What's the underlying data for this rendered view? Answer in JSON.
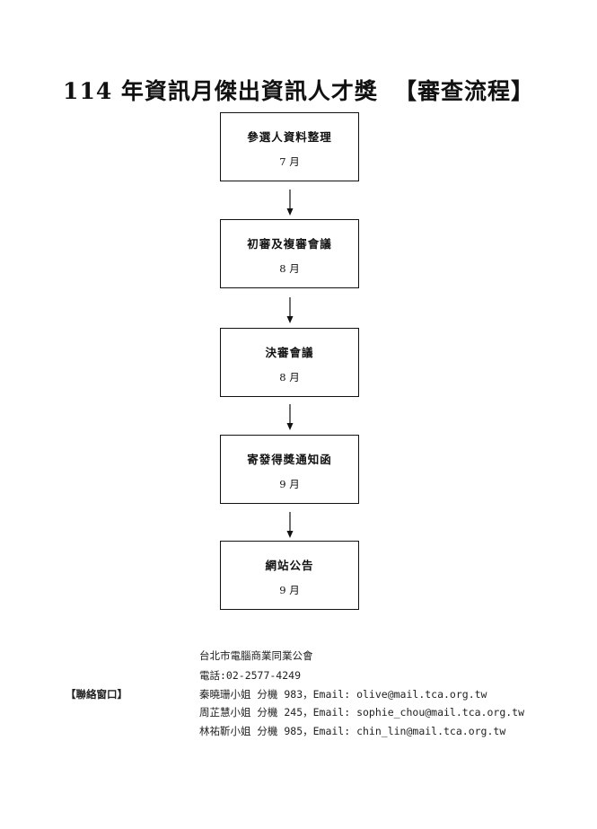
{
  "title": {
    "main": "114 年資訊月傑出資訊人才獎",
    "tag": "【審查流程】"
  },
  "steps": [
    {
      "label": "參選人資料整理",
      "month": "7 月"
    },
    {
      "label": "初審及複審會議",
      "month": "8 月"
    },
    {
      "label": "決審會議",
      "month": "8 月"
    },
    {
      "label": "寄發得獎通知函",
      "month": "9 月"
    },
    {
      "label": "網站公告",
      "month": "9 月"
    }
  ],
  "contact": {
    "window_label": "【聯絡窗口】",
    "org": "台北市電腦商業同業公會",
    "phone": "電話:02-2577-4249",
    "people": [
      "秦曉珊小姐 分機 983，Email: olive@mail.tca.org.tw",
      "周芷慧小姐 分機 245，Email: sophie_chou@mail.tca.org.tw",
      "林祐靳小姐 分機 985，Email: chin_lin@mail.tca.org.tw"
    ]
  }
}
